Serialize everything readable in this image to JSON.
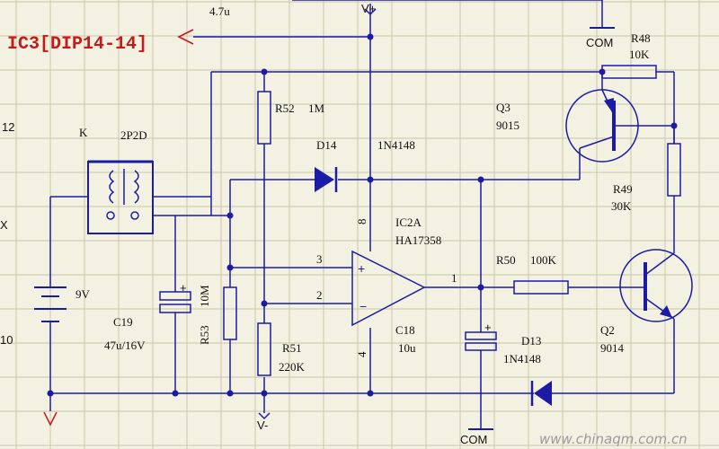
{
  "callout": {
    "label": "IC3[DIP14-14]",
    "color": "#c81818"
  },
  "colors": {
    "wire": "#1b1ba6",
    "grid": "#cbc7a8",
    "background": "#f3f1e2",
    "component": "#1b1ba6",
    "text": "#111111"
  },
  "supply": {
    "vplus": "V+",
    "vminus": "V-",
    "com_top": "COM",
    "com_bottom": "COM"
  },
  "relay": {
    "ref": "K",
    "type": "2P2D"
  },
  "battery": {
    "value": "9V"
  },
  "capacitors": {
    "c19": {
      "ref": "C19",
      "value": "47u/16V"
    },
    "c18": {
      "ref": "C18",
      "value": "10u"
    },
    "top": {
      "value": "4.7u"
    }
  },
  "resistors": {
    "r52": {
      "ref": "R52",
      "value": "1M"
    },
    "r53": {
      "ref": "R53",
      "value": "10M"
    },
    "r51": {
      "ref": "R51",
      "value": "220K"
    },
    "r50": {
      "ref": "R50",
      "value": "100K"
    },
    "r48": {
      "ref": "R48",
      "value": "10K"
    },
    "r49": {
      "ref": "R49",
      "value": "30K"
    }
  },
  "diodes": {
    "d14": {
      "ref": "D14",
      "part": "1N4148"
    },
    "d13": {
      "ref": "D13",
      "part": "1N4148"
    }
  },
  "opamp": {
    "ref": "IC2A",
    "part": "HA17358",
    "pin_in_plus": "3",
    "pin_in_minus": "2",
    "pin_out": "1",
    "pin_vcc": "8",
    "pin_gnd": "4"
  },
  "transistors": {
    "q3": {
      "ref": "Q3",
      "part": "9015"
    },
    "q2": {
      "ref": "Q2",
      "part": "9014"
    }
  },
  "edge_labels": {
    "left_12": "12",
    "left_x": "X",
    "left_10": "10"
  },
  "watermark": "www.chinaqm.com.cn"
}
